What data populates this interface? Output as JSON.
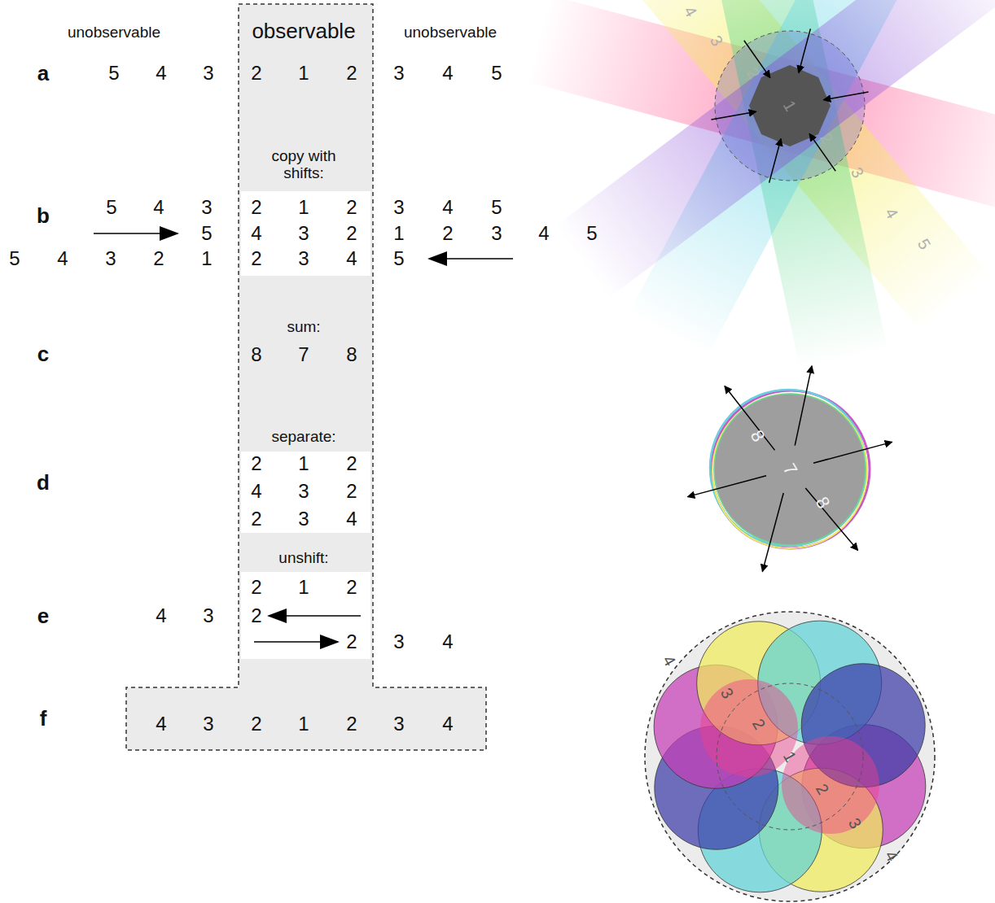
{
  "diagram": {
    "labels": [
      "unobservable",
      "observable",
      "unobservable",
      "a",
      "5",
      "4",
      "3",
      "2",
      "1",
      "2",
      "3",
      "4",
      "5",
      "copy with shifts:",
      "b",
      "5",
      "4",
      "3",
      "2",
      "1",
      "2",
      "3",
      "4",
      "5",
      "5",
      "4",
      "3",
      "2",
      "1",
      "2",
      "3",
      "4",
      "5",
      "5",
      "4",
      "3",
      "2",
      "1",
      "2",
      "3",
      "4",
      "5",
      "sum:",
      "c",
      "8",
      "7",
      "8",
      "separate:",
      "d",
      "2",
      "1",
      "2",
      "4",
      "3",
      "2",
      "2",
      "3",
      "4",
      "unshift:",
      "e",
      "2",
      "1",
      "2",
      "4",
      "3",
      "2",
      "2",
      "3",
      "4",
      "f",
      "4",
      "3",
      "2",
      "1",
      "2",
      "3",
      "4",
      "4",
      "3",
      "2",
      "1",
      "2",
      "3",
      "4",
      "5",
      "8",
      "7",
      "8",
      "4",
      "3",
      "2",
      "1",
      "2",
      "3",
      "4"
    ]
  }
}
